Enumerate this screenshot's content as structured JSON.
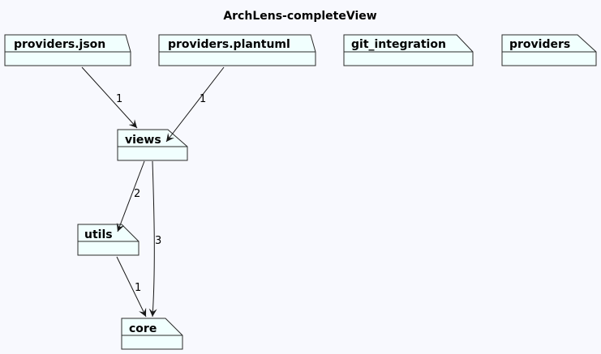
{
  "title": "ArchLens-completeView",
  "colors": {
    "background": "#F8F9FE",
    "package_fill": "#F1FFFE",
    "package_stroke": "#2B2B2B",
    "edge": "#181818"
  },
  "packages": {
    "providers_json": "providers.json",
    "providers_plantuml": "providers.plantuml",
    "git_integration": "git_integration",
    "providers": "providers",
    "views": "views",
    "utils": "utils",
    "core": "core"
  },
  "edges": [
    {
      "from": "providers.json",
      "to": "views",
      "label": "1"
    },
    {
      "from": "providers.plantuml",
      "to": "views",
      "label": "1"
    },
    {
      "from": "views",
      "to": "utils",
      "label": "2"
    },
    {
      "from": "views",
      "to": "core",
      "label": "3"
    },
    {
      "from": "utils",
      "to": "core",
      "label": "1"
    }
  ]
}
